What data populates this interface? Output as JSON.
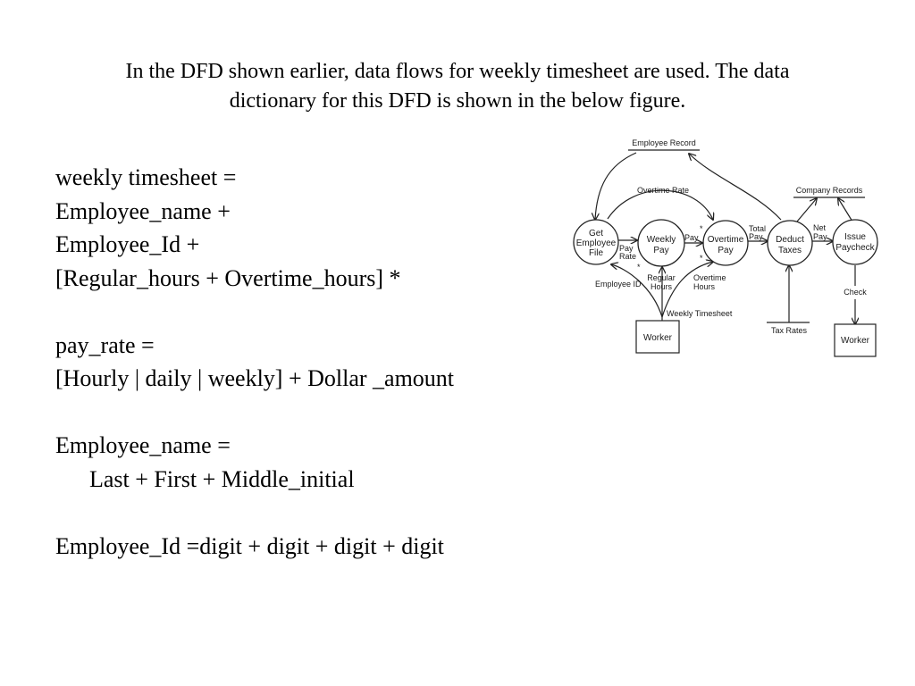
{
  "intro": {
    "line1": "In the DFD shown earlier, data flows for weekly timesheet are used. The data",
    "line2": "dictionary for this DFD is shown in the below figure."
  },
  "dictionary": {
    "lines": [
      "weekly timesheet =",
      "Employee_name +",
      "Employee_Id +",
      "[Regular_hours + Overtime_hours] *",
      "",
      "pay_rate =",
      "[Hourly | daily | weekly] + Dollar _amount",
      "",
      "Employee_name =",
      "Last + First + Middle_initial",
      "",
      "Employee_Id =digit + digit + digit + digit"
    ]
  },
  "dfd": {
    "processes": {
      "get_employee_file": [
        "Get",
        "Employee",
        "File"
      ],
      "weekly_pay": [
        "Weekly",
        "Pay"
      ],
      "overtime_pay": [
        "Overtime",
        "Pay"
      ],
      "deduct_taxes": [
        "Deduct",
        "Taxes"
      ],
      "issue_paycheck": [
        "Issue",
        "Paycheck"
      ]
    },
    "stores": {
      "employee_record": "Employee Record",
      "company_records": "Company Records",
      "tax_rates": "Tax Rates"
    },
    "entities": {
      "worker_in": "Worker",
      "worker_out": "Worker"
    },
    "flows": {
      "overtime_rate": "Overtime Rate",
      "pay_rate": [
        "Pay",
        "Rate"
      ],
      "pay": "Pay",
      "total_pay": [
        "Total",
        "Pay"
      ],
      "net_pay": [
        "Net",
        "Pay"
      ],
      "employee_id": "Employee ID",
      "regular_hours": [
        "Regular",
        "Hours"
      ],
      "overtime_hours": [
        "Overtime",
        "Hours"
      ],
      "weekly_timesheet": "Weekly Timesheet",
      "check": "Check",
      "asterisk": "*"
    }
  }
}
